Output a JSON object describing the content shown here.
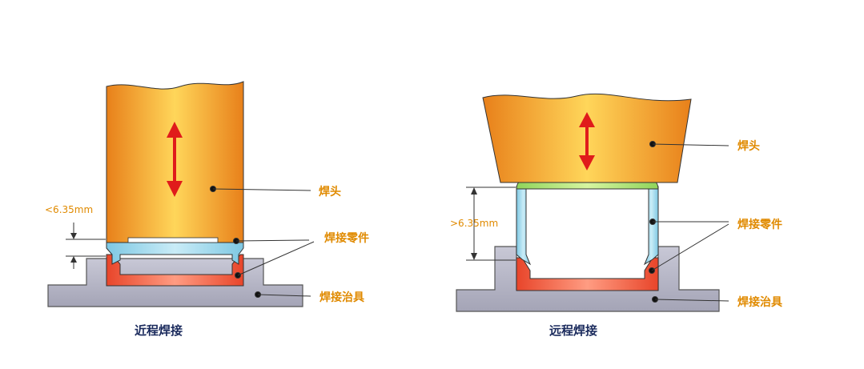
{
  "colors": {
    "horn_dark": "#e8801a",
    "horn_light": "#ffd65a",
    "part_blue": "#7ec8e3",
    "part_green": "#8fd45a",
    "part_red": "#e8452a",
    "fixture_gray": "#b4b4c4",
    "label_orange": "#e08a00",
    "arrow_red": "#e01b1b",
    "caption_navy": "#1a2a5c",
    "outline": "#333333"
  },
  "near": {
    "caption": "近程焊接",
    "dimension": "<6.35mm",
    "labels": {
      "horn": "焊头",
      "part": "焊接零件",
      "fixture": "焊接治具"
    }
  },
  "far": {
    "caption": "远程焊接",
    "dimension": ">6.35mm",
    "labels": {
      "horn": "焊头",
      "part": "焊接零件",
      "fixture": "焊接治具"
    }
  }
}
